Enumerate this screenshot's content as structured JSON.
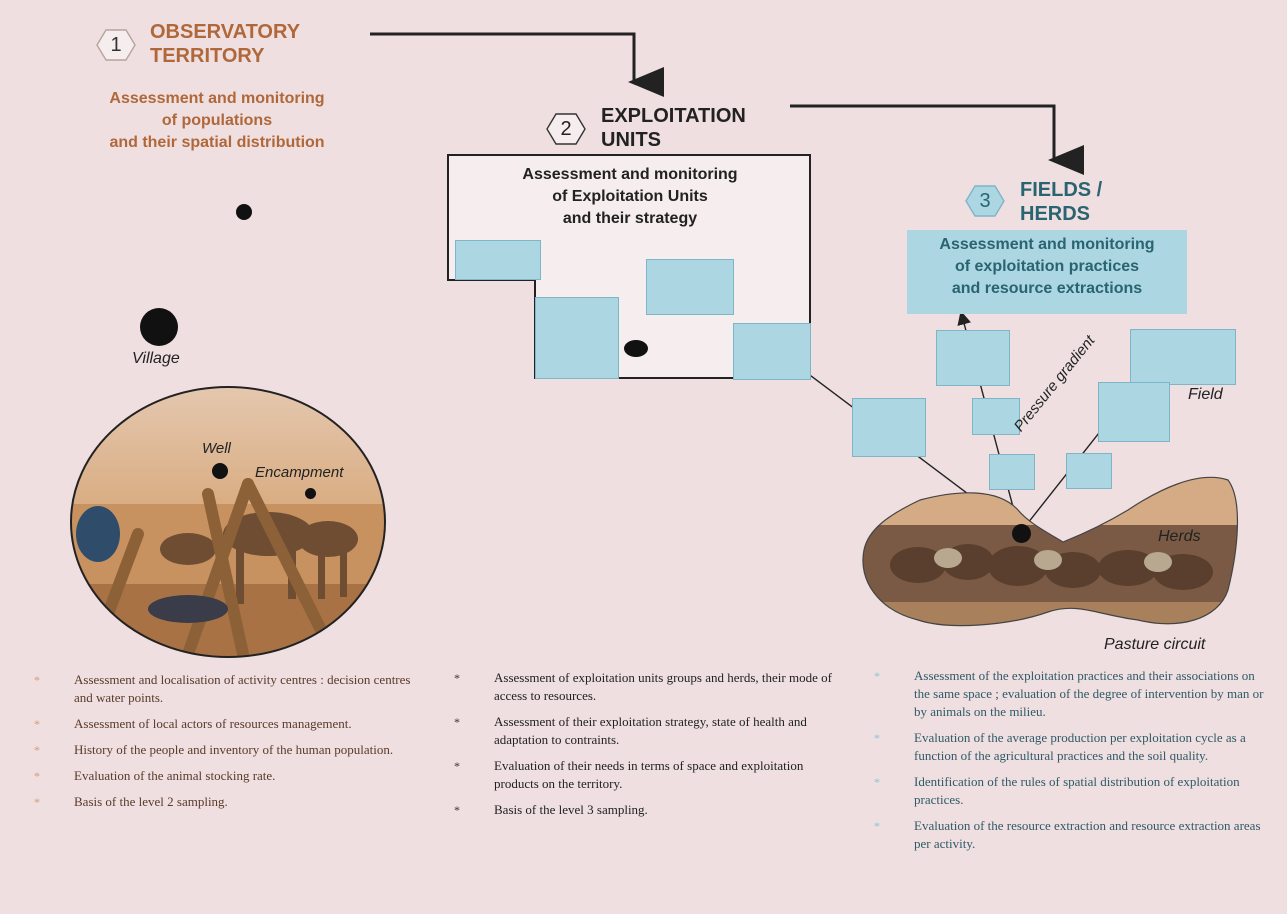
{
  "level1": {
    "number": "1",
    "title_line1": "OBSERVATORY",
    "title_line2": "TERRITORY",
    "subtitle": [
      "Assessment and monitoring",
      "of populations",
      "and their spatial distribution"
    ],
    "color": "#b0683a"
  },
  "level2": {
    "number": "2",
    "title_line1": "EXPLOITATION",
    "title_line2": "UNITS",
    "subtitle": [
      "Assessment and monitoring",
      "of Exploitation Units",
      "and their strategy"
    ]
  },
  "level3": {
    "number": "3",
    "title_line1": "FIELDS /",
    "title_line2": "HERDS",
    "subtitle": [
      "Assessment and monitoring",
      "of exploitation practices",
      "and resource extractions"
    ],
    "color": "#2a6470",
    "box_color": "#abd6e2"
  },
  "labels": {
    "village": "Village",
    "well": "Well",
    "encampment": "Encampment",
    "field": "Field",
    "pressure_gradient": "Pressure gradient",
    "herds": "Herds",
    "pasture_circuit": "Pasture circuit"
  },
  "lists": {
    "col1": [
      "Assessment and localisation of activity centres : decision centres and water points.",
      "Assessment of local actors of resources management.",
      "History of the people and inventory of the human population.",
      "Evaluation of the animal stocking rate.",
      "Basis of the level 2 sampling."
    ],
    "col2": [
      "Assessment of exploitation units groups and herds, their mode of access to resources.",
      "Assessment of their exploitation strategy, state of health and adaptation to contraints.",
      "Evaluation of their needs in terms of space and exploitation products on the territory.",
      "Basis of the level 3 sampling."
    ],
    "col3": [
      "Assessment of the exploitation practices and their associations on the same space ; evaluation of the degree of intervention by man or by animals on the milieu.",
      "Evaluation of the average production per exploitation cycle as a function of the agricultural practices and the soil quality.",
      "Identification of the rules of spatial distribution of exploitation practices.",
      "Evaluation of the resource extraction and resource extraction areas per activity."
    ],
    "bullet": "*"
  },
  "colors": {
    "background": "#efdfe1",
    "list_text": "#5a3a2a",
    "bullet": "#d79a6c",
    "blue_fill": "#abd6e2"
  }
}
